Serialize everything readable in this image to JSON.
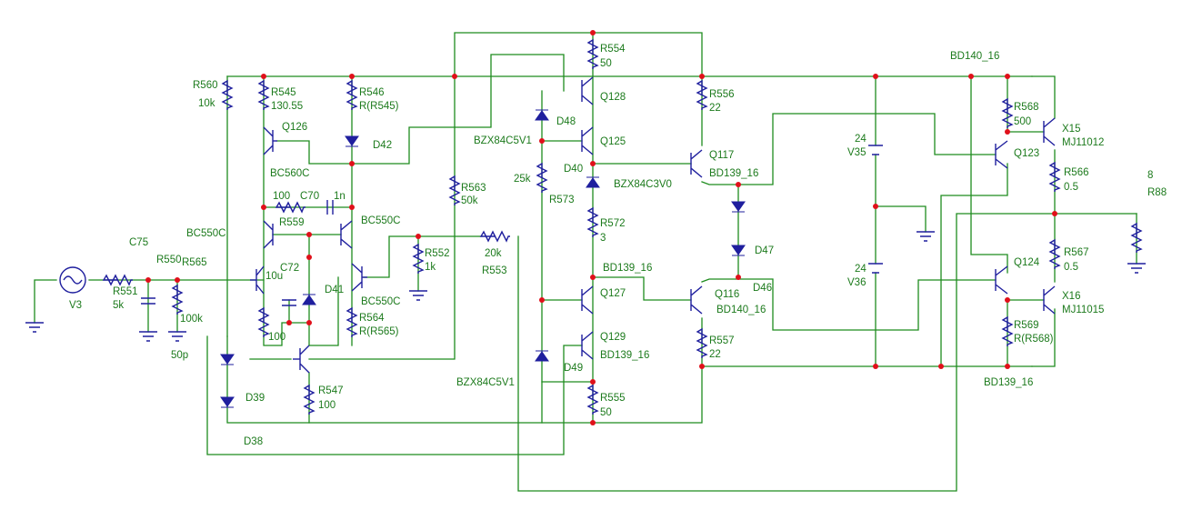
{
  "colors": {
    "wire": "#1e8c1e",
    "component": "#1f1f9e",
    "node": "#e0101a",
    "label": "#1c7a1c",
    "background": "#ffffff"
  },
  "labels": {
    "R560": "R560",
    "R560_val": "10k",
    "R545": "R545",
    "R545_val": "130.55",
    "R546": "R546",
    "R546_val": "R(R545)",
    "Q126": "Q126",
    "BC560C": "BC560C",
    "D42": "D42",
    "R70_val": "100",
    "C70": "C70",
    "C70_val": "1n",
    "R559": "R559",
    "BC550C_left": "BC550C",
    "BC550C_right": "BC550C",
    "BC550C_bottom": "BC550C",
    "C75": "C75",
    "R550": "R550",
    "R565": "R565",
    "C72_val": "10u",
    "C72": "C72",
    "D41": "D41",
    "R564": "R564",
    "R564_val": "R(R565)",
    "R551": "R551",
    "R551_val": "5k",
    "V3": "V3",
    "R100k_val": "100k",
    "C50p_val": "50p",
    "R100_val": "100",
    "R547": "R547",
    "R547_val": "100",
    "D39": "D39",
    "D38": "D38",
    "R563": "R563",
    "R563_val": "50k",
    "R552": "R552",
    "R552_val": "1k",
    "R553_val": "20k",
    "R553": "R553",
    "R554": "R554",
    "R554_val": "50",
    "Q128": "Q128",
    "Q125": "Q125",
    "D48": "D48",
    "BZX_top": "BZX84C5V1",
    "BZX_bottom": "BZX84C5V1",
    "BZX_mid": "BZX84C3V0",
    "D40": "D40",
    "R573_val": "25k",
    "R573": "R573",
    "R572": "R572",
    "R572_val": "3",
    "Q127": "Q127",
    "Q129": "Q129",
    "BD139_q127": "BD139_16",
    "BD139_q129": "BD139_16",
    "D49": "D49",
    "R555": "R555",
    "R555_val": "50",
    "R556": "R556",
    "R556_val": "22",
    "Q117": "Q117",
    "BD139_q117": "BD139_16",
    "D47": "D47",
    "Q116": "Q116",
    "D46": "D46",
    "BD140_q116": "BD140_16",
    "R557": "R557",
    "R557_val": "22",
    "V35_val": "24",
    "V35": "V35",
    "V36_val": "24",
    "V36": "V36",
    "BD140_top": "BD140_16",
    "R568": "R568",
    "R568_val": "500",
    "X15": "X15",
    "MJ11012": "MJ11012",
    "Q123": "Q123",
    "R566": "R566",
    "R566_val": "0.5",
    "R88_val": "8",
    "R88": "R88",
    "R567": "R567",
    "R567_val": "0.5",
    "Q124": "Q124",
    "X16": "X16",
    "MJ11015": "MJ11015",
    "R569": "R569",
    "R569_val": "R(R568)",
    "BD139_bottom": "BD139_16"
  }
}
